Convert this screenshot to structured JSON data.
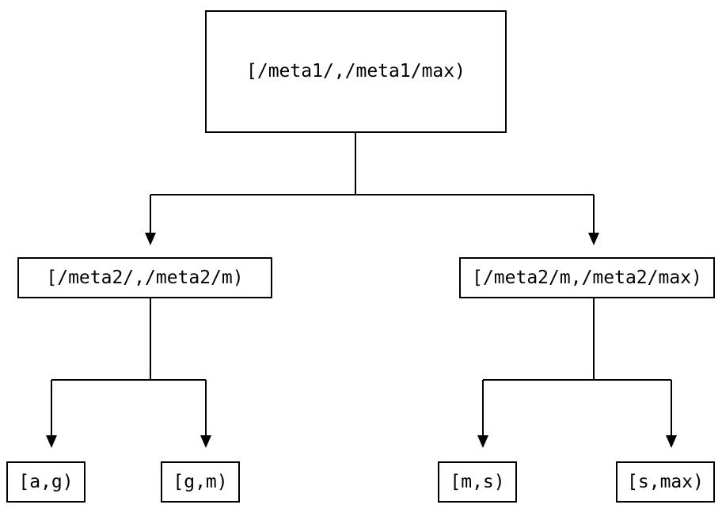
{
  "diagram": {
    "background_color": "#ffffff",
    "line_color": "#000000",
    "text_color": "#000000",
    "nodes": {
      "root": {
        "label": "[/meta1/,/meta1/max)"
      },
      "left_child": {
        "label": "[/meta2/,/meta2/m)"
      },
      "right_child": {
        "label": "[/meta2/m,/meta2/max)"
      },
      "leaf_ag": {
        "label": "[a,g)"
      },
      "leaf_gm": {
        "label": "[g,m)"
      },
      "leaf_ms": {
        "label": "[m,s)"
      },
      "leaf_smax": {
        "label": "[s,max)"
      }
    }
  }
}
